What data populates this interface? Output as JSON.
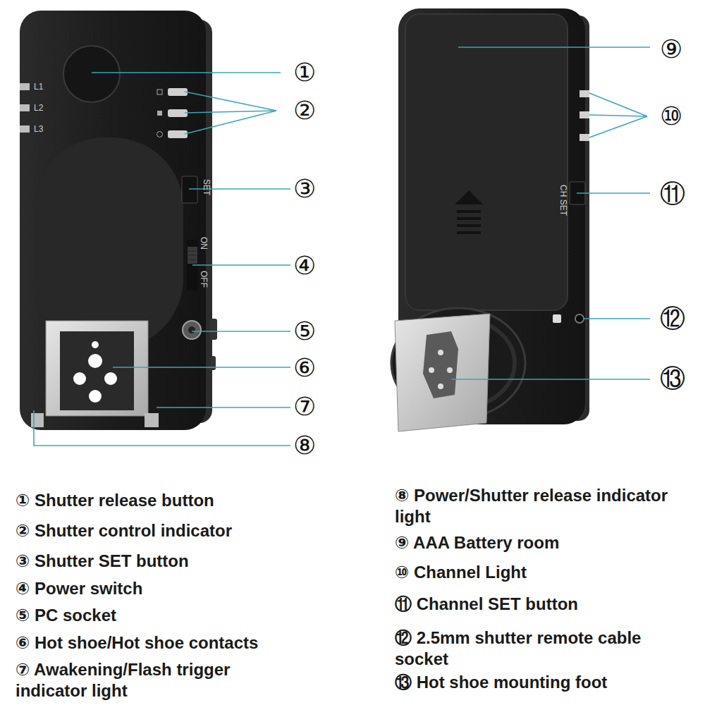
{
  "diagram": {
    "labels": [
      "L1",
      "L2",
      "L3",
      "SET",
      "ON",
      "OFF",
      "CH SET",
      "①",
      "②",
      "③",
      "④",
      "⑤",
      "⑥",
      "⑦",
      "⑧",
      "⑨",
      "⑩",
      "⑪",
      "⑫",
      "⑬",
      "① Shutter release button",
      "② Shutter control indicator",
      "③ Shutter SET button",
      "④ Power switch",
      "⑤ PC socket",
      "⑥ Hot shoe/Hot shoe contacts",
      "⑦ Awakening/Flash trigger indicator light",
      "⑧ Power/Shutter release indicator light",
      "⑨ AAA Battery room",
      "⑩ Channel Light",
      "⑪ Channel SET button",
      "⑫ 2.5mm shutter remote cable socket",
      "⑬ Hot shoe mounting foot"
    ]
  }
}
